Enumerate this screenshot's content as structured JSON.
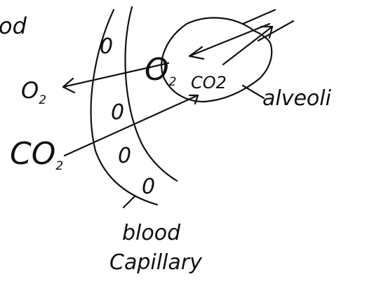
{
  "diagram": {
    "top_left_fragment": "od",
    "alveoli_label": "alveoli",
    "alveolus_gas": "CO2",
    "oxygen_in_capillary": {
      "main": "O",
      "sub": "2"
    },
    "oxygen_out": {
      "main": "O",
      "sub": "2"
    },
    "carbon_dioxide_in": {
      "main": "CO",
      "sub": "2"
    },
    "capillary_label_line1": "blood",
    "capillary_label_line2": "Capillary",
    "blood_cell_glyph": "0"
  }
}
